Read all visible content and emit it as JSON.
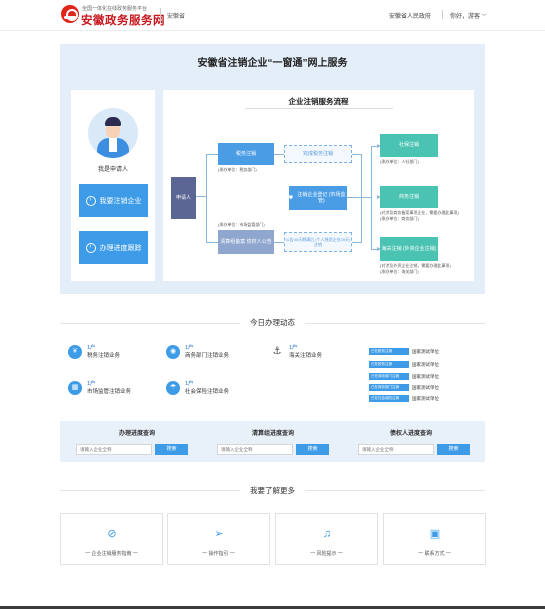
{
  "header": {
    "logo_small": "全国一体化在线政务服务平台",
    "logo_big": "安徽政务服务网",
    "province": "安徽省",
    "gov_link": "安徽省人民政府",
    "greeting": "你好，游客",
    "chevron_icon": "chevron-down"
  },
  "hero": {
    "title": "安徽省注销企业“一窗通”网上服务",
    "applicant_label": "我是申请人",
    "btn_cancel": "我要注销企业",
    "btn_progress": "办理进度跟踪"
  },
  "flow": {
    "title": "企业注销服务流程",
    "applicant": "申请人",
    "tax": "税务注销",
    "tax_unit": "(承办单位：税务部门)",
    "tax_done": "完成税务注销",
    "announce": "清算组备案 债权人公告",
    "announce_unit": "(承办单位：市场监管部门)",
    "announce_done": "公告45天期满后 (个人独资企业20天) 注销",
    "company": "注销企业登记 (市场监管)",
    "social": "社保注销",
    "social_unit": "(承办单位：人社部门)",
    "forex": "商务注销",
    "forex_unit1": "(对涉及商务备案事项企业，需要办理此事项)",
    "forex_unit2": "(承办单位：商务部门)",
    "customs": "海关注销 (外资企业注销)",
    "customs_unit1": "(对涉及外资企业注销，需要办理此事项)",
    "customs_unit2": "(承办单位：海关部门)"
  },
  "today": {
    "title": "今日办理动态",
    "stats": [
      {
        "count": "1户",
        "label": "税务注销业务",
        "icon": "tax-icon"
      },
      {
        "count": "1户",
        "label": "商务部门注销业务",
        "icon": "commerce-icon"
      },
      {
        "count": "1户",
        "label": "海关注销业务",
        "icon": "anchor-icon"
      },
      {
        "count": "1户",
        "label": "市场监管注销业务",
        "icon": "market-icon"
      },
      {
        "count": "1户",
        "label": "社会保险注销业务",
        "icon": "umbrella-icon"
      }
    ],
    "ticker": [
      {
        "tag": "已在税务注销",
        "name": "国家测试单位"
      },
      {
        "tag": "已在税务注销",
        "name": "国家测试单位"
      },
      {
        "tag": "已在商务部门注销",
        "name": "国家测试单位"
      },
      {
        "tag": "已在商务部门注销",
        "name": "国家测试单位"
      },
      {
        "tag": "已在社会保险注销",
        "name": "国家测试单位"
      }
    ]
  },
  "query": {
    "items": [
      {
        "title": "办理进度查询",
        "placeholder": "请输入企业全称",
        "button": "搜索"
      },
      {
        "title": "清算组进度查询",
        "placeholder": "请输入企业全称",
        "button": "搜索"
      },
      {
        "title": "债权人进度查询",
        "placeholder": "请输入企业全称",
        "button": "搜索"
      }
    ]
  },
  "more": {
    "title": "我要了解更多",
    "cards": [
      {
        "label": "一 企业注销服务指南 一",
        "icon": "compass-icon"
      },
      {
        "label": "一 操作指引 一",
        "icon": "paper-plane-icon"
      },
      {
        "label": "一 风险提示 一",
        "icon": "bell-icon"
      },
      {
        "label": "一 联系方式 一",
        "icon": "contact-icon"
      }
    ]
  },
  "colors": {
    "accent": "#3d9be8",
    "teal": "#4bc3b2",
    "navy": "#5b6694",
    "brand_red": "#c8161d"
  }
}
